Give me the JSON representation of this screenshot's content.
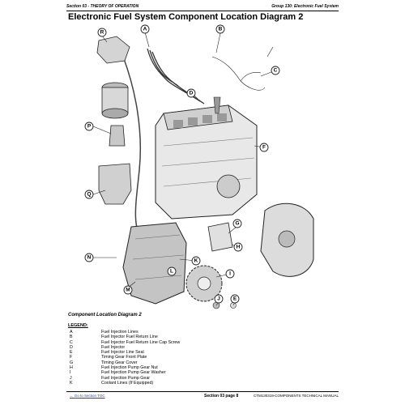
{
  "header": {
    "left": "Section 03 - THEORY OF OPERATION",
    "right": "Group 130: Electronic Fuel System"
  },
  "title": "Electronic Fuel System Component Location Diagram 2",
  "callouts": [
    "A",
    "B",
    "C",
    "D",
    "E",
    "F",
    "G",
    "H",
    "I",
    "J",
    "K",
    "L",
    "M",
    "N",
    "P",
    "Q",
    "R"
  ],
  "caption": "Component Location Diagram 2",
  "legend_title": "LEGEND:",
  "legend": [
    {
      "key": "A",
      "label": "Fuel Injection Lines"
    },
    {
      "key": "B",
      "label": "Fuel Injector Fuel Return Line"
    },
    {
      "key": "C",
      "label": "Fuel Injector Fuel Return Line Cap Screw"
    },
    {
      "key": "D",
      "label": "Fuel Injector"
    },
    {
      "key": "E",
      "label": "Fuel Injector Line Seal"
    },
    {
      "key": "F",
      "label": "Timing Gear Front Plate"
    },
    {
      "key": "G",
      "label": "Timing Gear Cover"
    },
    {
      "key": "H",
      "label": "Fuel Injection Pump Gear Nut"
    },
    {
      "key": "I",
      "label": "Fuel Injection Pump Gear Washer"
    },
    {
      "key": "J",
      "label": "Fuel Injection Pump Gear"
    },
    {
      "key": "K",
      "label": "Coolant Lines (If Equipped)"
    }
  ],
  "footer": {
    "link": "← Go to Section TOC",
    "center": "Section 03 page 8",
    "right": "CTM130319-COMPONENTS TECHNICAL MANUAL"
  },
  "colors": {
    "line": "#222222",
    "link": "#1a47b8"
  }
}
